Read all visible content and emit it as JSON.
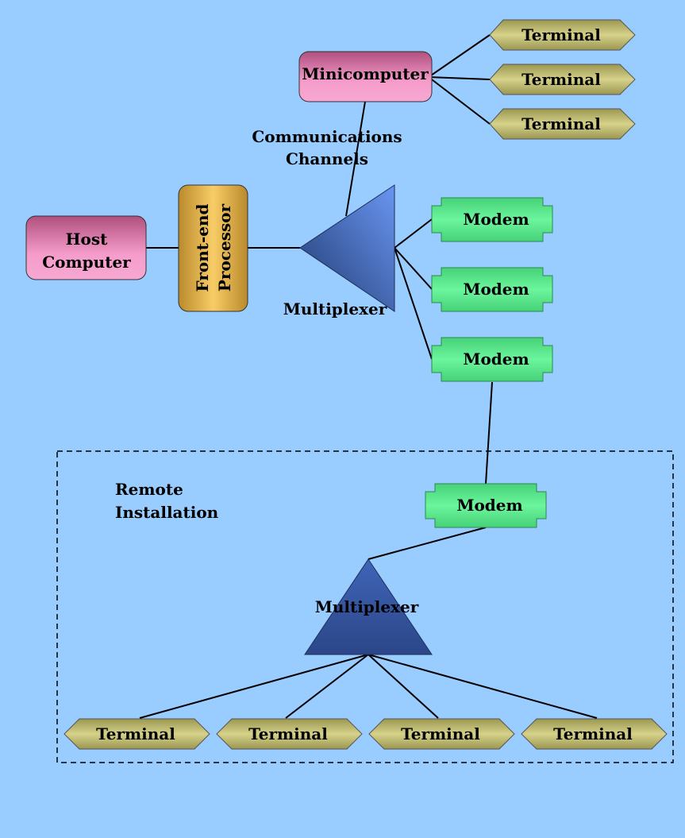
{
  "nodes": {
    "host": {
      "line1": "Host",
      "line2": "Computer"
    },
    "fep": {
      "line1": "Front-end",
      "line2": "Processor"
    },
    "minicomputer": "Minicomputer",
    "comm_channels": {
      "line1": "Communications",
      "line2": "Channels"
    },
    "multiplexer_main": "Multiplexer",
    "modems": [
      "Modem",
      "Modem",
      "Modem"
    ],
    "mini_terminals": [
      "Terminal",
      "Terminal",
      "Terminal"
    ],
    "remote_installation": {
      "line1": "Remote",
      "line2": "Installation"
    },
    "remote_modem": "Modem",
    "multiplexer_remote": "Multiplexer",
    "remote_terminals": [
      "Terminal",
      "Terminal",
      "Terminal",
      "Terminal"
    ]
  },
  "colors": {
    "background": "#99ccff",
    "host_fill": "#f29bc6",
    "fep_fill": "#f2c25a",
    "modem_fill": "#5ee68c",
    "terminal_fill": "#c8c47a",
    "multiplexer_fill": "#4a6fc4",
    "dashed_border": "#000000"
  }
}
